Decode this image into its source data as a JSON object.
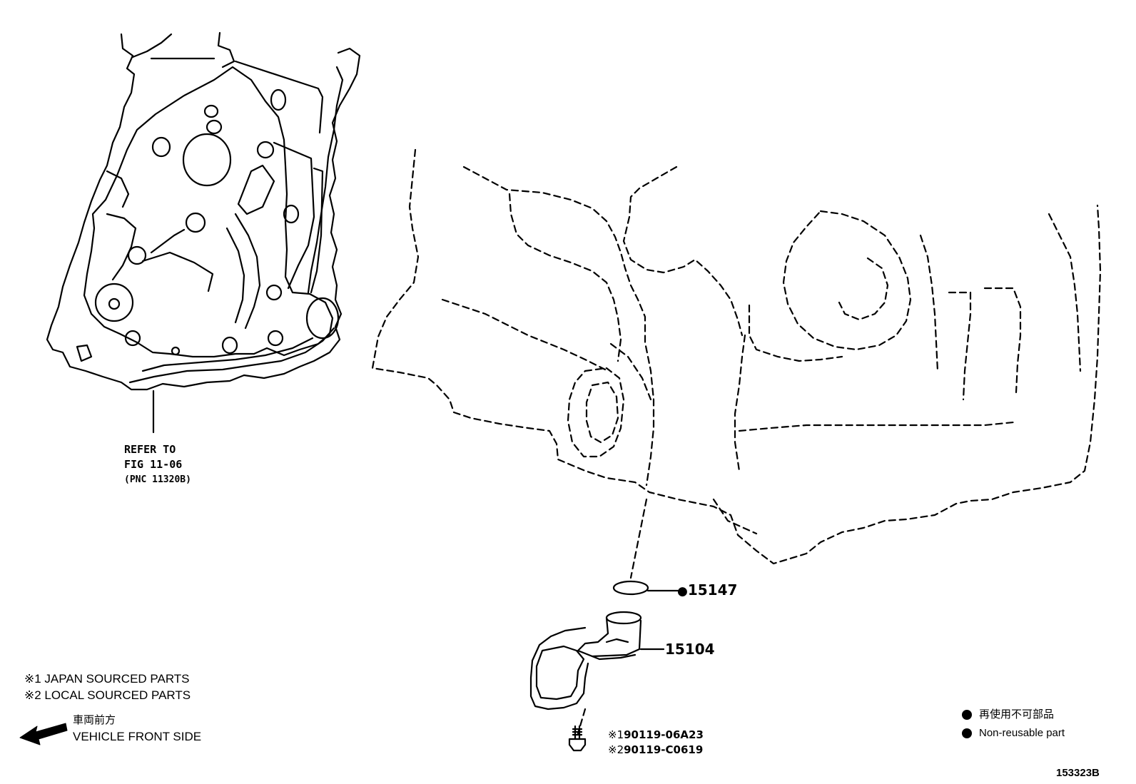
{
  "refer": {
    "line1": "REFER TO",
    "line2": "FIG 11-06",
    "line3": "(PNC 11320B)"
  },
  "parts": {
    "gasket": {
      "dot": "●",
      "number": "15147"
    },
    "pipe": {
      "number": "15104"
    },
    "bolt": {
      "line1_mark": "※1",
      "line1_number": "90119-06A23",
      "line2_mark": "※2",
      "line2_number": "90119-C0619"
    }
  },
  "notes": {
    "japan": "※1 JAPAN SOURCED PARTS",
    "local": "※2 LOCAL SOURCED PARTS",
    "front_jp": "車両前方",
    "front_en": "VEHICLE FRONT SIDE"
  },
  "legend": {
    "jp": "再使用不可部品",
    "en": "Non-reusable part"
  },
  "illustration_number": "153323B"
}
